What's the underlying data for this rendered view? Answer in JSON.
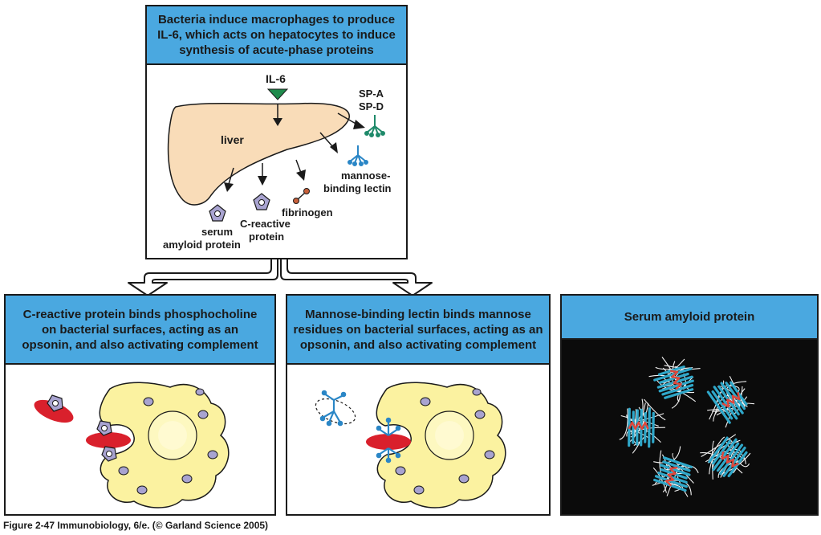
{
  "top_panel": {
    "header": "Bacteria induce macrophages to produce\nIL-6, which acts on hepatocytes to induce\nsynthesis of acute-phase proteins",
    "labels": {
      "il6": "IL-6",
      "liver": "liver",
      "spa": "SP-A",
      "spd": "SP-D",
      "mannose_1": "mannose-",
      "mannose_2": "binding lectin",
      "fibrinogen": "fibrinogen",
      "crp_1": "C-reactive",
      "crp_2": "protein",
      "serum_1": "serum",
      "serum_2": "amyloid protein"
    }
  },
  "left_panel": {
    "header": "C-reactive protein binds phosphocholine\non bacterial surfaces, acting as an\nopsonin, and also activating complement"
  },
  "middle_panel": {
    "header": "Mannose-binding lectin binds mannose\nresidues on bacterial surfaces, acting as an\nopsonin, and also activating complement"
  },
  "right_panel": {
    "header": "Serum amyloid protein"
  },
  "caption": "Figure 2-47  Immunobiology, 6/e. (© Garland Science 2005)",
  "colors": {
    "header_blue": "#4aa8e0",
    "liver": "#f9dcb8",
    "il6_green": "#1f8a4c",
    "cell_yellow": "#fbf2a0",
    "bacteria_red": "#d9202c",
    "protein_purple": "#a8a3d0",
    "lectin_blue": "#2a86c6"
  }
}
